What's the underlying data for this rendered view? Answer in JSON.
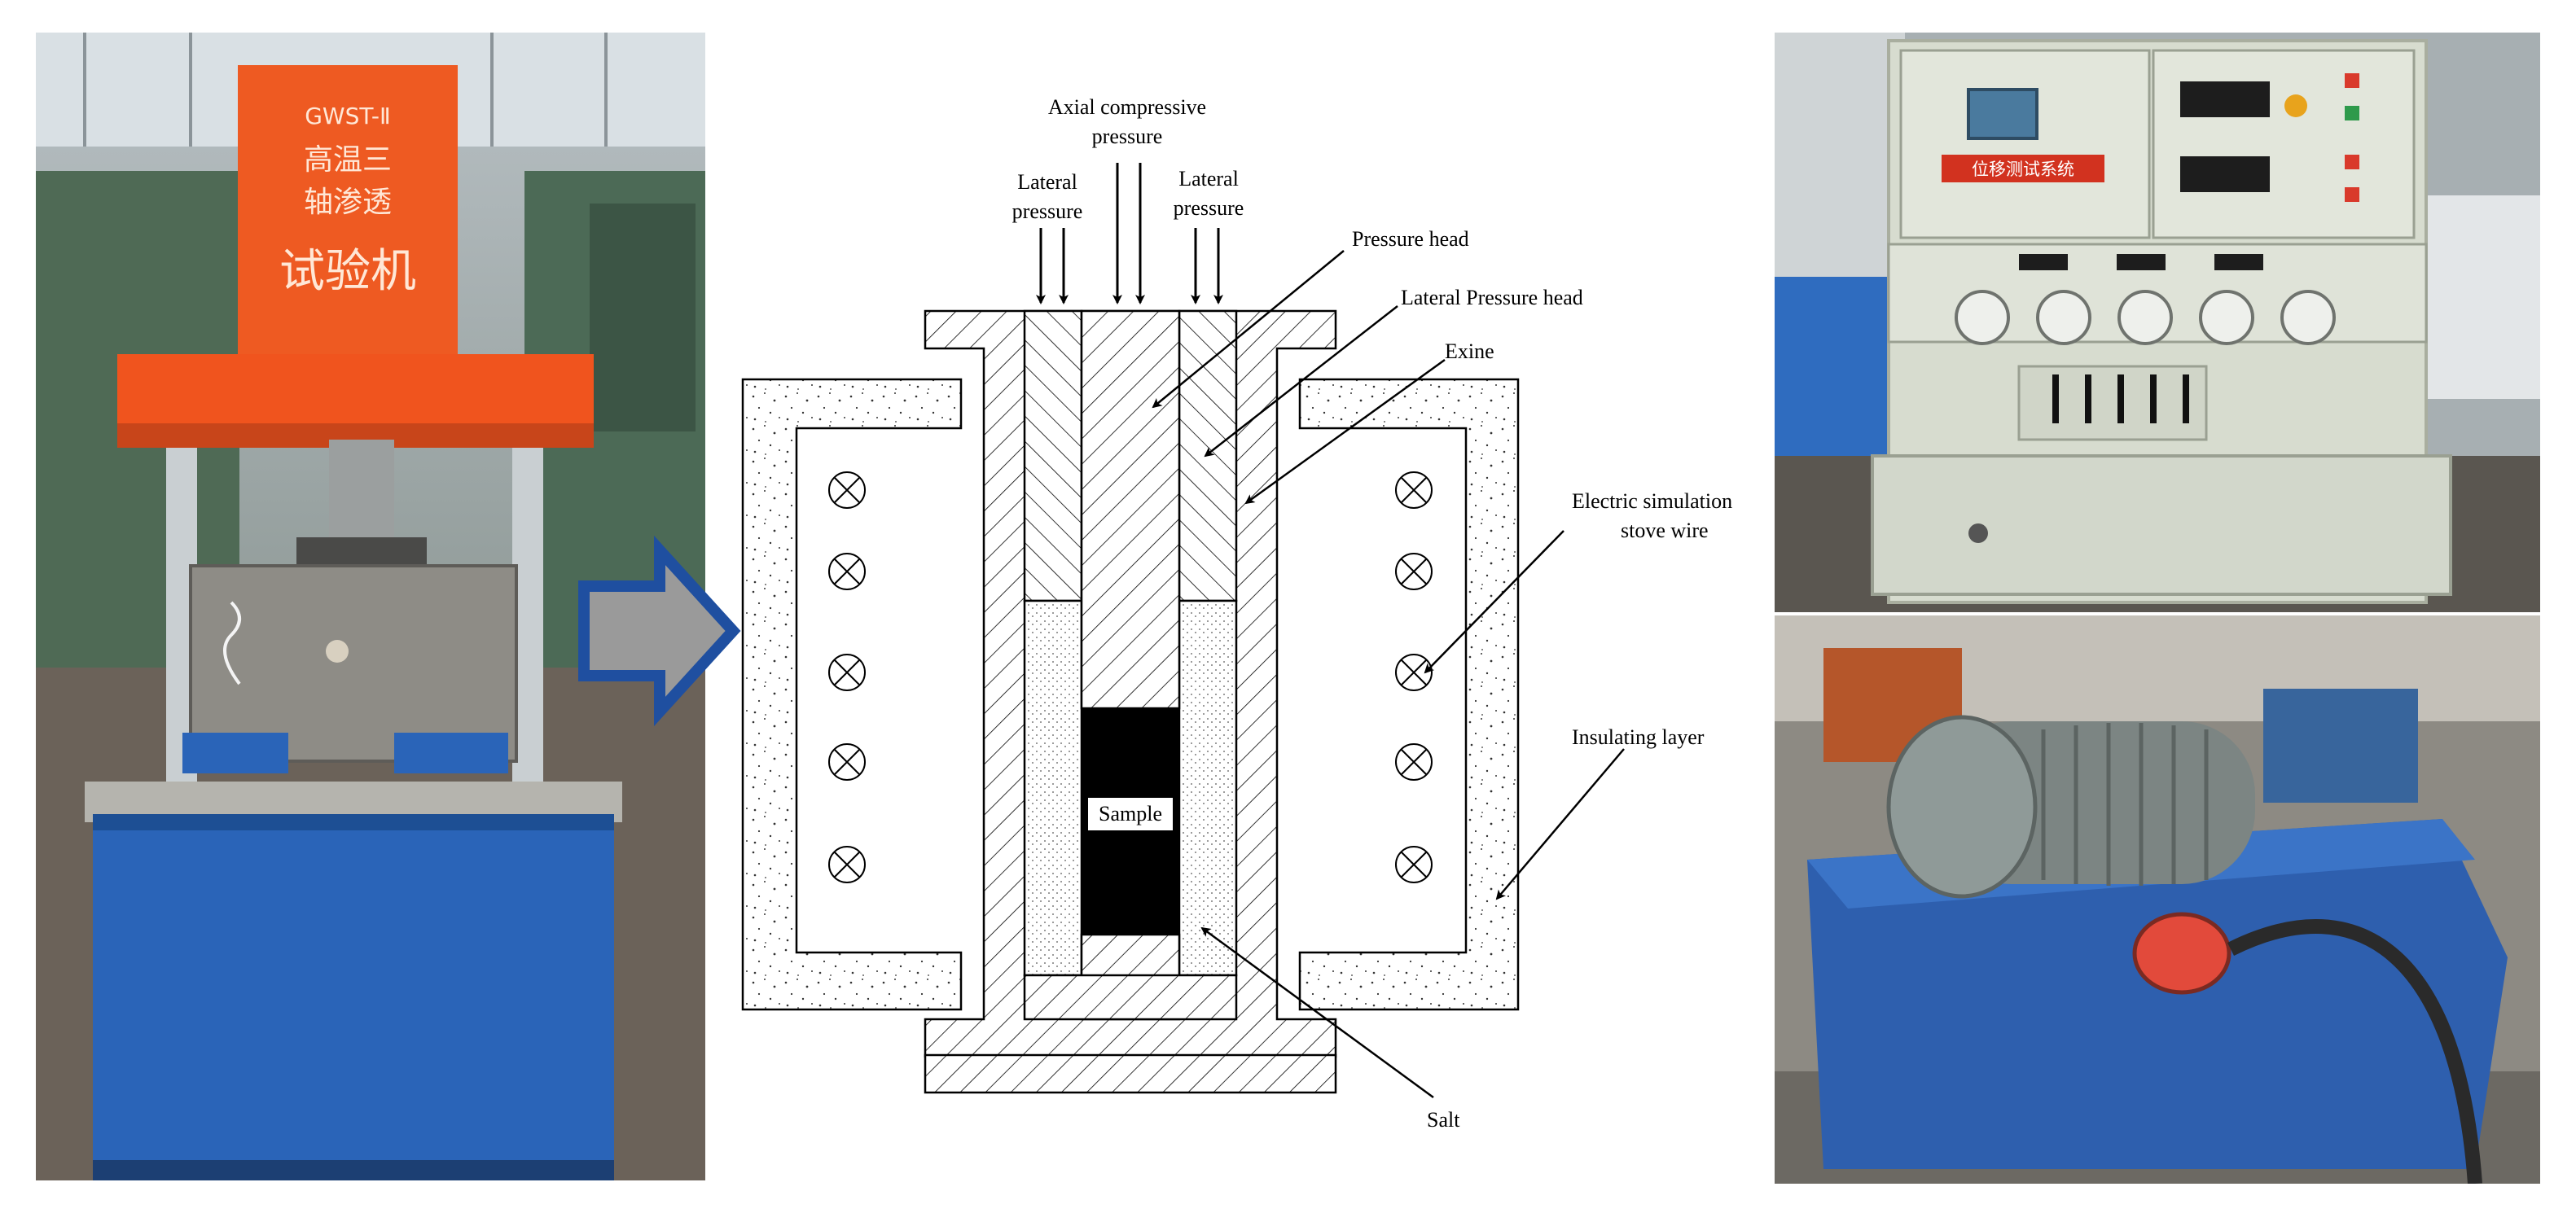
{
  "machine_sign": {
    "model": "GWST-Ⅱ",
    "line1": "高温三",
    "line2": "轴渗透",
    "line3": "试验机"
  },
  "control_panel": {
    "label": "位移测试系统"
  },
  "diagram_labels": {
    "axial_pressure_line1": "Axial compressive",
    "axial_pressure_line2": "pressure",
    "lateral_left_line1": "Lateral",
    "lateral_left_line2": "pressure",
    "lateral_right_line1": "Lateral",
    "lateral_right_line2": "pressure",
    "pressure_head": "Pressure head",
    "lateral_pressure_head": "Lateral Pressure head",
    "exine": "Exine",
    "stove_wire_line1": "Electric simulation",
    "stove_wire_line2": "stove wire",
    "insulating_layer": "Insulating layer",
    "sample": "Sample",
    "salt": "Salt"
  },
  "colors": {
    "arrow_fill": "#9a9a9a",
    "arrow_stroke": "#1f4fa0",
    "machine_orange": "#f0541e",
    "machine_blue": "#2a64b8",
    "panel_grey": "#d7dccf",
    "tank_blue": "#2e5fae"
  }
}
